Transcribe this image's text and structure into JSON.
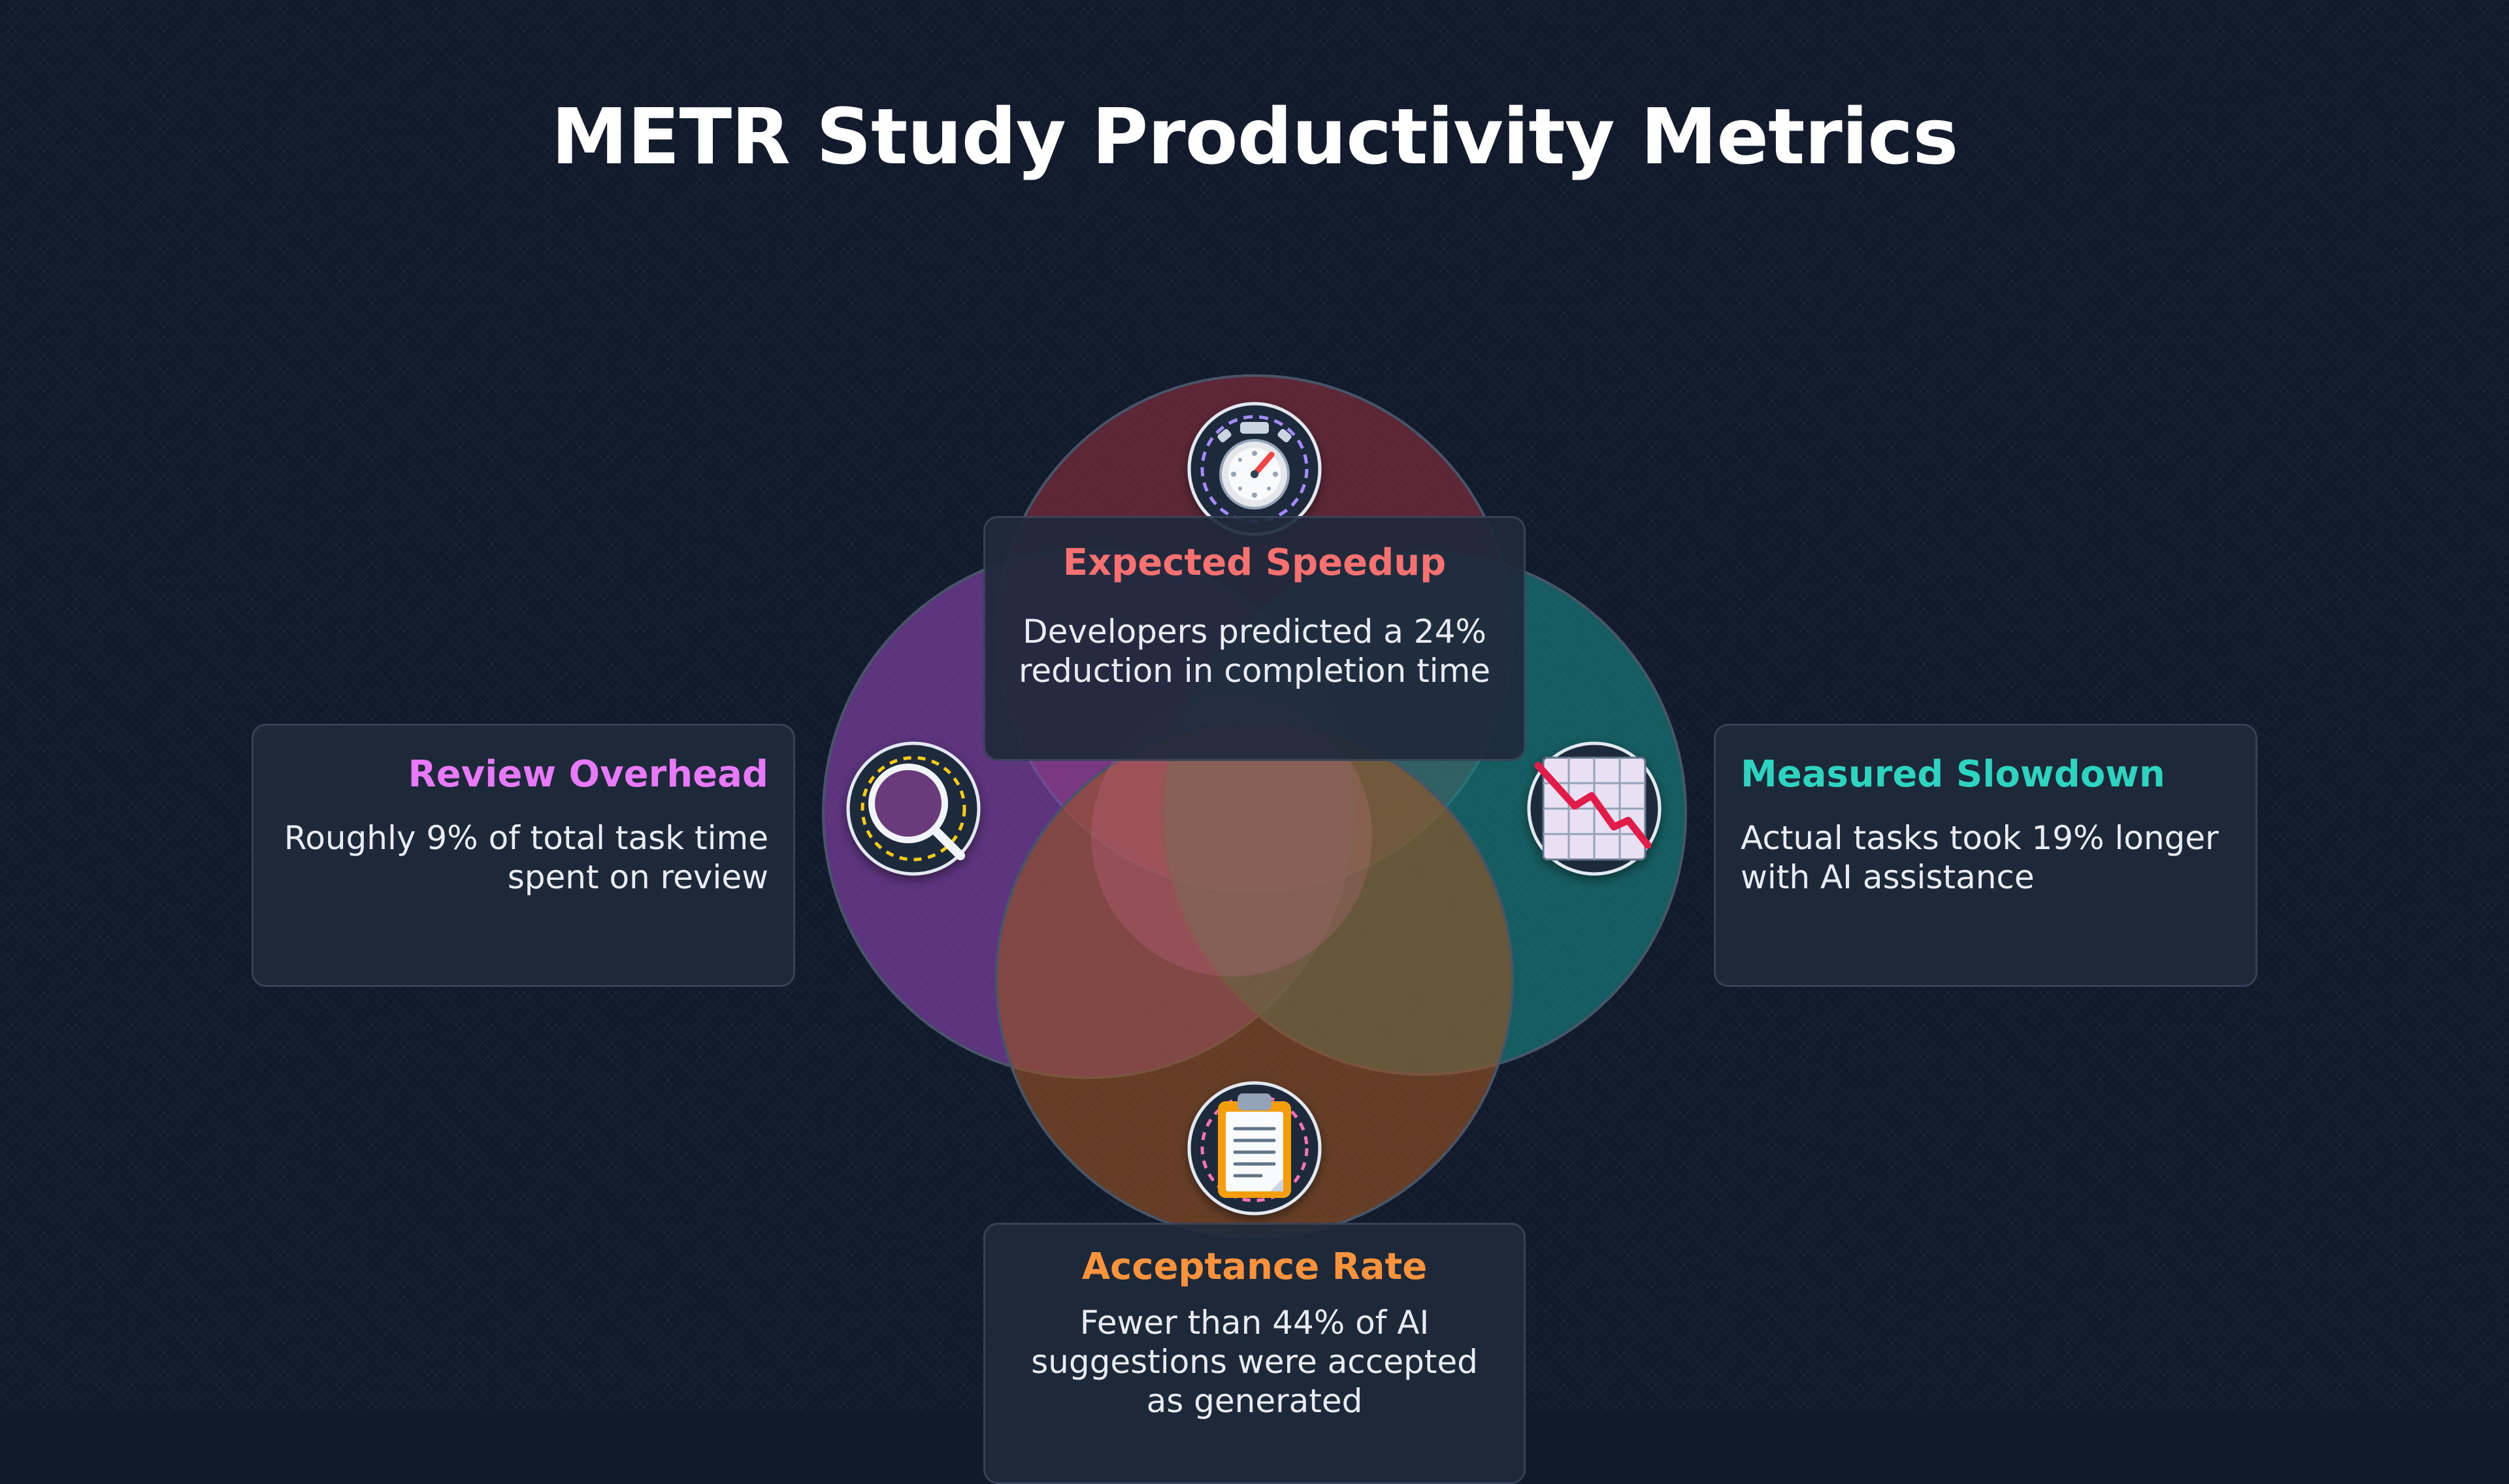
{
  "title": "METR Study Productivity Metrics",
  "metrics": [
    {
      "key": "top",
      "title": "Expected Speedup",
      "description": "Developers predicted a 24% reduction in completion time",
      "color": "#f87171",
      "circle_fill": "#7f2f3c",
      "icon": "stopwatch-icon"
    },
    {
      "key": "left",
      "title": "Review Overhead",
      "description": "Roughly 9% of total task time spent on review",
      "color": "#e879f9",
      "circle_fill": "#7c3f9e",
      "icon": "magnifier-icon"
    },
    {
      "key": "right",
      "title": "Measured Slowdown",
      "description": "Actual tasks took 19% longer with AI assistance",
      "color": "#2dd4bf",
      "circle_fill": "#1b7c7a",
      "icon": "declining-chart-icon"
    },
    {
      "key": "bottom",
      "title": "Acceptance Rate",
      "description": "Fewer than 44% of AI suggestions were accepted as generated",
      "color": "#fb923c",
      "circle_fill": "#8a4a26",
      "icon": "clipboard-icon"
    }
  ]
}
